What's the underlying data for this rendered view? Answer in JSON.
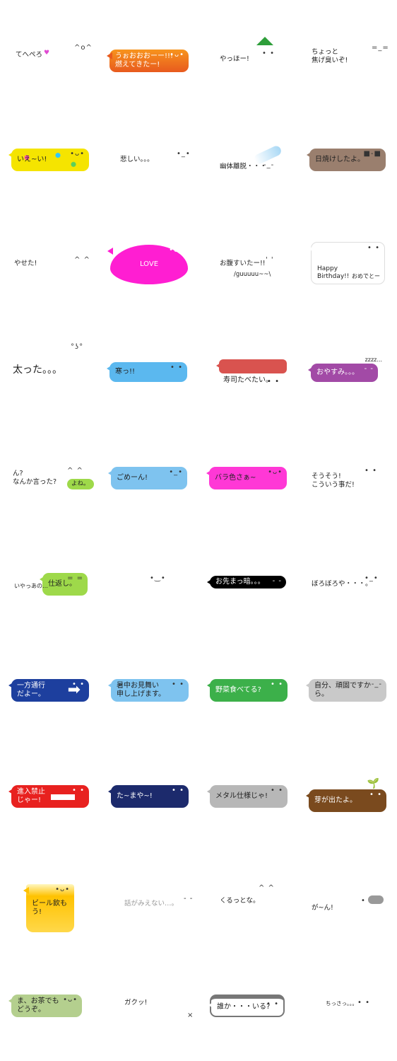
{
  "stickers": [
    {
      "text": "てへぺろ",
      "face": "^o^"
    },
    {
      "text": "うぉおおおーー!!!\n燃えてきたー!",
      "face": "•ᴗ•"
    },
    {
      "text": "やっほー!",
      "face": "• •"
    },
    {
      "text": "ちょっと\n焦げ臭いぞ!",
      "face": "=_="
    },
    {
      "text": "いえ~い!",
      "face": "•ᴗ•"
    },
    {
      "text": "悲しい。。。",
      "face": "•_•"
    },
    {
      "text": "幽体離脱・・・",
      "face": "-_-"
    },
    {
      "text": "日焼けしたよ。",
      "face": "■-■"
    },
    {
      "text": "やせた!",
      "face": "^ ^"
    },
    {
      "text": "LOVE",
      "face": "•ᴗ•"
    },
    {
      "text": "お腹すいたー!!",
      "subtext": "/guuuuu~~\\",
      "face": "' '"
    },
    {
      "text": "Happy\nBirthday!!",
      "subtext": "おめでとー",
      "face": "• •"
    },
    {
      "text": "太った。。。",
      "face": "°ʖ°"
    },
    {
      "text": "寒っ!!",
      "face": "• •"
    },
    {
      "text": "寿司たべたい。",
      "face": "• •"
    },
    {
      "text": "おやすみ。。。",
      "subtext": "zzzz...",
      "face": "- -"
    },
    {
      "text": "ん?\nなんか言った?",
      "subtext": "よね。",
      "face": "^ ^"
    },
    {
      "text": "ごめーん!",
      "face": "•_•"
    },
    {
      "text": "バラ色さぁ~",
      "face": "•ᴗ•"
    },
    {
      "text": "そうそう!\nこういう事だ!",
      "face": "• •"
    },
    {
      "text": "仕返し。",
      "subtext": "いやっあの…",
      "face": "= ="
    },
    {
      "text": "",
      "face": "•‿•"
    },
    {
      "text": "お先まっ暗。。。",
      "face": "-  -"
    },
    {
      "text": "ぼろぼろや・・・。",
      "face": "•_•"
    },
    {
      "text": "一方通行\nだよー。",
      "face": "• •"
    },
    {
      "text": "暑中お見舞い\n申し上げます。",
      "face": "• •"
    },
    {
      "text": "野菜食べてる?",
      "face": "• •"
    },
    {
      "text": "自分、頑固ですから。",
      "face": "-_-"
    },
    {
      "text": "進入禁止\nじゃー!",
      "face": "• •"
    },
    {
      "text": "た~まや~!",
      "face": "• •"
    },
    {
      "text": "メタル仕様じゃ!",
      "face": "• •"
    },
    {
      "text": "芽が出たよ。",
      "face": "• •"
    },
    {
      "text": "ビール飲もう!",
      "face": "•ᴗ•"
    },
    {
      "text": "話がみえない…。",
      "face": "- -"
    },
    {
      "text": "くるっとな。",
      "face": "^ ^"
    },
    {
      "text": "が~ん!",
      "face": "• •"
    },
    {
      "text": "ま、お茶でも\nどうぞ。",
      "face": "•ᴗ•"
    },
    {
      "text": "ガクッ!",
      "face": "×"
    },
    {
      "text": "誰か・・・いる?",
      "face": "• •"
    },
    {
      "text": "ちっさっ。。。",
      "face": "• •"
    }
  ],
  "colors": {
    "fire": "#e85a1e",
    "fire_top": "#f7941d",
    "mountain": "#2e9e3a",
    "star_yellow": "#f5e400",
    "tan": "#9a7f6e",
    "magenta": "#ff1ed2",
    "sky": "#5bb8ef",
    "tuna": "#d9534f",
    "purple": "#a24aa6",
    "green_light": "#9ed94a",
    "blue_light": "#7ec3ef",
    "pink": "#ff38d6",
    "black": "#000000",
    "sign_blue": "#1d3f9e",
    "green": "#3cb04a",
    "gray": "#c9c9c9",
    "red": "#e8211f",
    "navy": "#1c2a6c",
    "metal": "#b7b7b7",
    "brown": "#7a4a1e",
    "beer": "#ffc200",
    "tea": "#b4cf8e",
    "dark_gray": "#777777"
  }
}
